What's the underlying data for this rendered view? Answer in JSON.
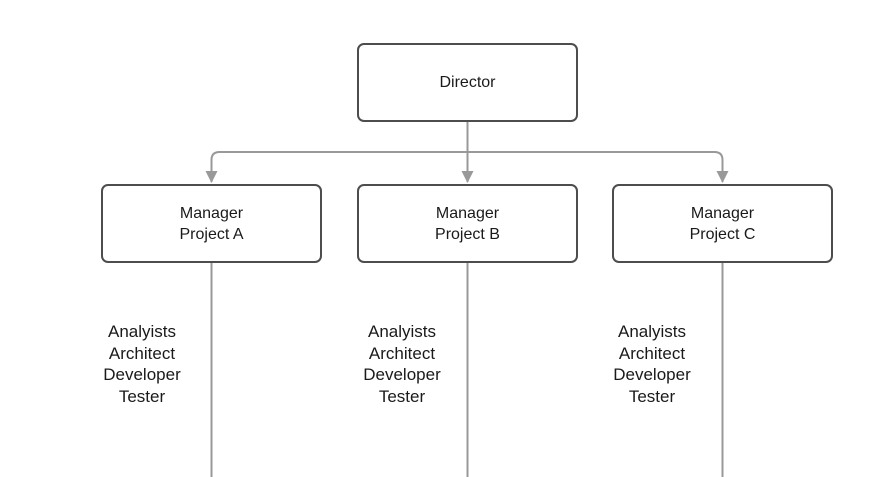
{
  "diagram": {
    "type": "org-chart",
    "nodes": {
      "director": {
        "label": "Director"
      },
      "managers": [
        {
          "title": "Manager",
          "subtitle": "Project A",
          "team": [
            "Analyists",
            "Architect",
            "Developer",
            "Tester"
          ]
        },
        {
          "title": "Manager",
          "subtitle": "Project B",
          "team": [
            "Analyists",
            "Architect",
            "Developer",
            "Tester"
          ]
        },
        {
          "title": "Manager",
          "subtitle": "Project C",
          "team": [
            "Analyists",
            "Architect",
            "Developer",
            "Tester"
          ]
        }
      ]
    },
    "colors": {
      "background": "#ffffff",
      "node_fill": "#ffffff",
      "node_border": "#4d4d4d",
      "connector": "#999999",
      "text": "#1a1a1a"
    }
  }
}
